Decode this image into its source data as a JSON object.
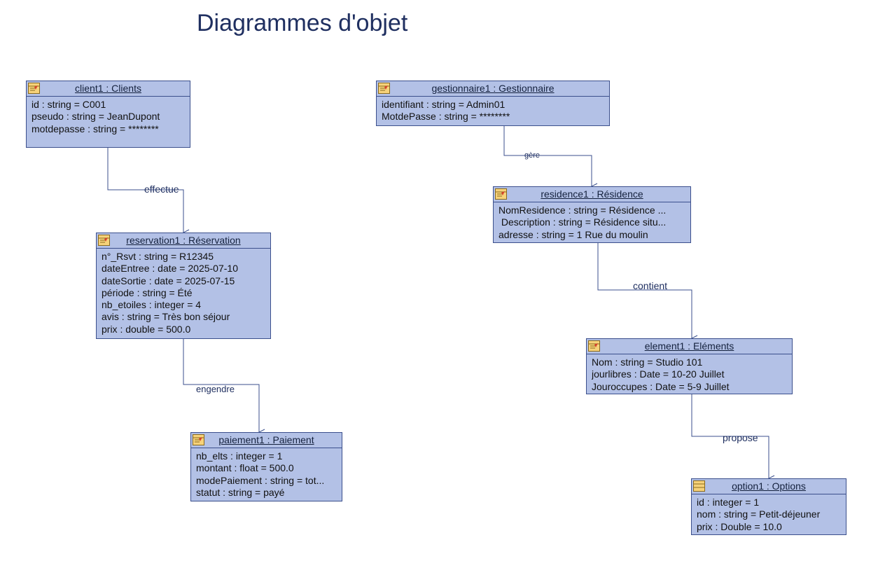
{
  "title": "Diagrammes d'objet",
  "objects": {
    "client": {
      "name": "client1 : Clients",
      "attrs": [
        "id : string = C001",
        "pseudo : string = JeanDupont",
        "motdepasse : string = ********"
      ]
    },
    "reservation": {
      "name": "reservation1  : Réservation",
      "attrs": [
        "n°_Rsvt : string = R12345",
        "dateEntree : date = 2025-07-10",
        "dateSortie : date = 2025-07-15",
        "période : string = Été",
        "nb_etoiles : integer = 4",
        "avis : string = Très bon séjour",
        "prix : double = 500.0"
      ]
    },
    "paiement": {
      "name": "paiement1  : Paiement",
      "attrs": [
        "nb_elts : integer = 1",
        "montant : float = 500.0",
        "modePaiement : string = tot...",
        "statut : string = payé"
      ]
    },
    "gestionnaire": {
      "name": "gestionnaire1  : Gestionnaire",
      "attrs": [
        "identifiant : string = Admin01",
        "MotdePasse : string = ********"
      ]
    },
    "residence": {
      "name": "residence1 : Résidence",
      "attrs": [
        "NomResidence : string = Résidence ...",
        " Description : string = Résidence situ...",
        "adresse : string = 1 Rue du moulin"
      ]
    },
    "element": {
      "name": "element1  : Eléments",
      "attrs": [
        "Nom : string = Studio 101",
        "jourlibres : Date = 10-20 Juillet",
        "Jouroccupes : Date = 5-9 Juillet"
      ]
    },
    "option": {
      "name": "option1 : Options",
      "attrs": [
        "id : integer = 1",
        "nom : string = Petit-déjeuner",
        "prix : Double = 10.0"
      ]
    }
  },
  "links": {
    "effectue": "effectue",
    "engendre": "engendre",
    "gere": "gère",
    "contient": "contient",
    "propose": "propose"
  },
  "colors": {
    "box_fill": "#b3c1e6",
    "box_border": "#3b4f8c",
    "title": "#1f2f60",
    "connector": "#3b4f8c"
  }
}
